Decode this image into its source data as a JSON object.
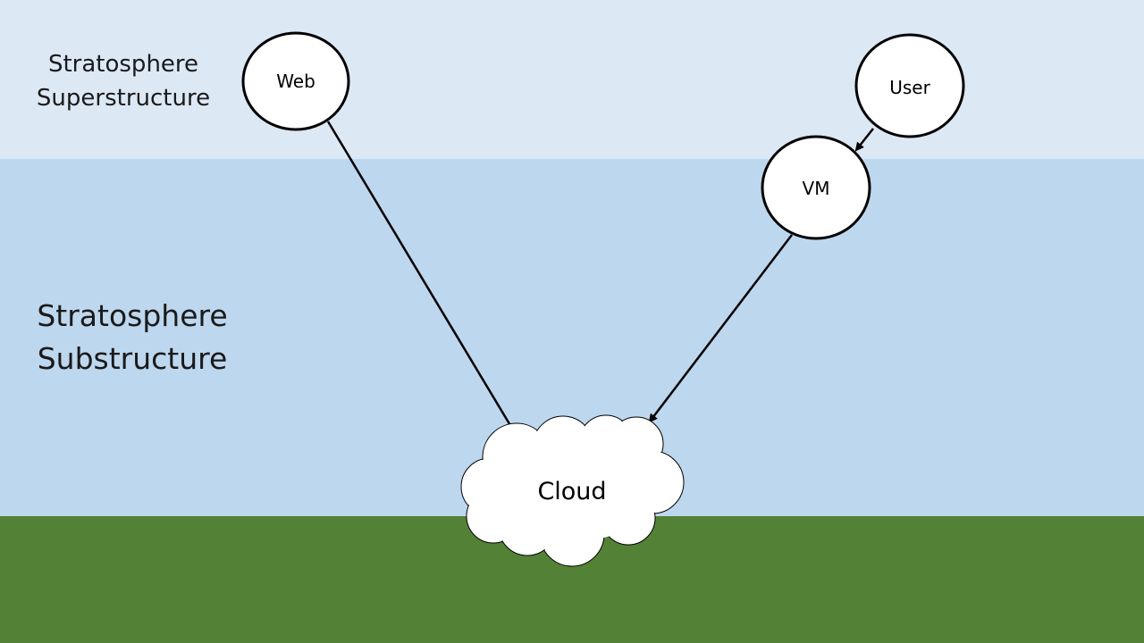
{
  "bands": {
    "superstructure": {
      "label": "Stratosphere\nSuperstructure",
      "color": "#dde8f5"
    },
    "substructure": {
      "label": "Stratosphere\nSubstructure",
      "color": "#bdd7ee"
    },
    "ground": {
      "color": "#538135"
    }
  },
  "nodes": {
    "web": {
      "label": "Web"
    },
    "user": {
      "label": "User"
    },
    "vm": {
      "label": "VM"
    },
    "cloud": {
      "label": "Cloud"
    }
  },
  "edges": [
    {
      "from": "Web",
      "to": "Cloud"
    },
    {
      "from": "User",
      "to": "VM"
    },
    {
      "from": "VM",
      "to": "Cloud"
    }
  ]
}
